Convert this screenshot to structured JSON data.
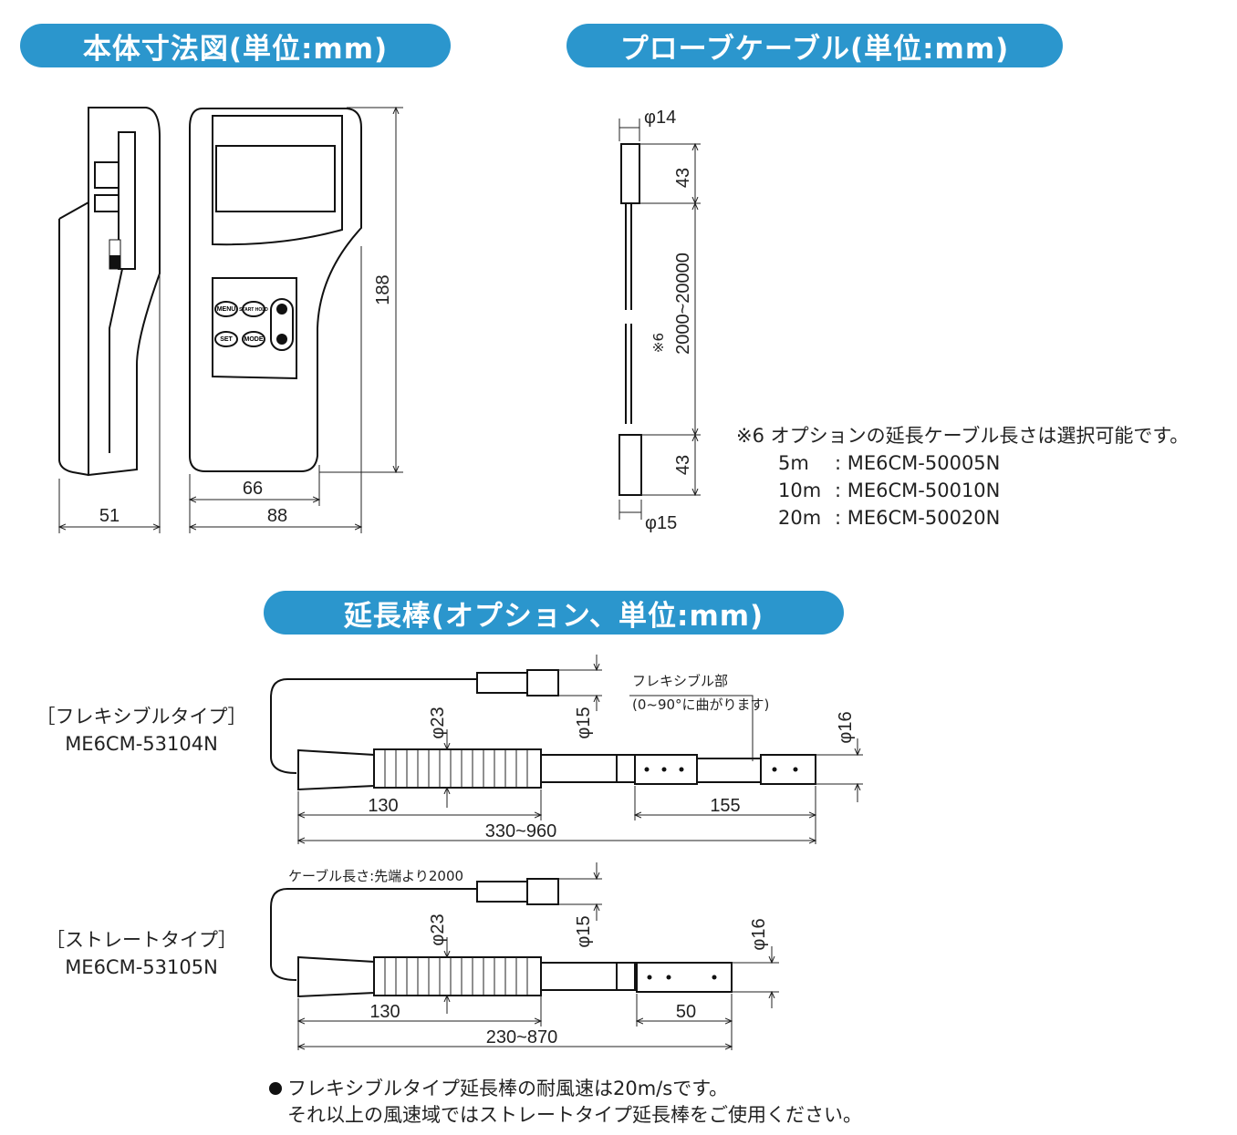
{
  "sections": {
    "body_dimensions": "本体寸法図(単位:mm)",
    "probe_cable": "プローブケーブル(単位:mm)",
    "extension_rod": "延長棒(オプション、単位:mm)"
  },
  "device": {
    "buttons": [
      "MENU",
      "START HOLD",
      "SET",
      "MODE"
    ],
    "dims": {
      "depth": "51",
      "width_inner": "66",
      "width": "88",
      "height": "188"
    }
  },
  "cable": {
    "dims": {
      "top_dia": "φ14",
      "top_len": "43",
      "length": "2000~20000",
      "note_ref": "※6",
      "bottom_len": "43",
      "bottom_dia": "φ15"
    },
    "note_title": "※6 オプションの延長ケーブル長さは選択可能です。",
    "options": [
      {
        "length": "5m",
        "model": ": ME6CM-50005N"
      },
      {
        "length": "10m",
        "model": ": ME6CM-50010N"
      },
      {
        "length": "20m",
        "model": ": ME6CM-50020N"
      }
    ]
  },
  "flexible": {
    "type_label": "［フレキシブルタイプ］",
    "model": "ME6CM-53104N",
    "flex_label": "フレキシブル部",
    "flex_note": "(0~90°に曲がります)",
    "dims": {
      "grip_dia": "φ23",
      "conn_dia": "φ15",
      "tip_dia": "φ16",
      "grip_len": "130",
      "tip_len": "155",
      "total": "330~960"
    }
  },
  "straight": {
    "type_label": "［ストレートタイプ］",
    "model": "ME6CM-53105N",
    "cable_note": "ケーブル長さ:先端より2000",
    "dims": {
      "grip_dia": "φ23",
      "conn_dia": "φ15",
      "tip_dia": "φ16",
      "grip_len": "130",
      "tip_len": "50",
      "total": "230~870"
    }
  },
  "footnote": {
    "line1": "フレキシブルタイプ延長棒の耐風速は20m/sです。",
    "line2": "それ以上の風速域ではストレートタイプ延長棒をご使用ください。"
  }
}
